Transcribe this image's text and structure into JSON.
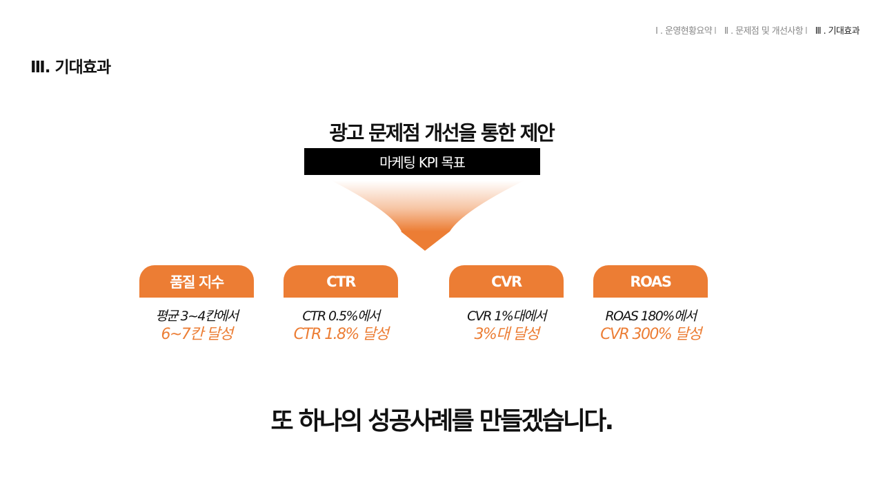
{
  "breadcrumb": {
    "items": [
      {
        "label": "Ⅰ . 운영현황요약",
        "active": false
      },
      {
        "label": "Ⅱ . 문제점 및 개선사항",
        "active": false
      },
      {
        "label": "Ⅲ . 기대효과",
        "active": true
      }
    ],
    "separator": "l"
  },
  "section": {
    "title": "Ⅲ. 기대효과"
  },
  "main": {
    "title": "광고 문제점 개선을 통한 제안",
    "kpi_label": "마케팅 KPI 목표"
  },
  "cards": [
    {
      "title": "품질 지수",
      "current": "평균 3~4칸에서",
      "target": "6~7칸 달성"
    },
    {
      "title": "CTR",
      "current": "CTR 0.5%에서",
      "target": "CTR 1.8% 달성"
    },
    {
      "title": "CVR",
      "current": "CVR 1%대에서",
      "target": "3%대 달성"
    },
    {
      "title": "ROAS",
      "current": "ROAS 180%에서",
      "target": "CVR 300% 달성"
    }
  ],
  "closing": "또 하나의 성공사례를 만들겠습니다.",
  "colors": {
    "accent": "#ec7d34",
    "bar": "#000000",
    "text": "#111111"
  }
}
